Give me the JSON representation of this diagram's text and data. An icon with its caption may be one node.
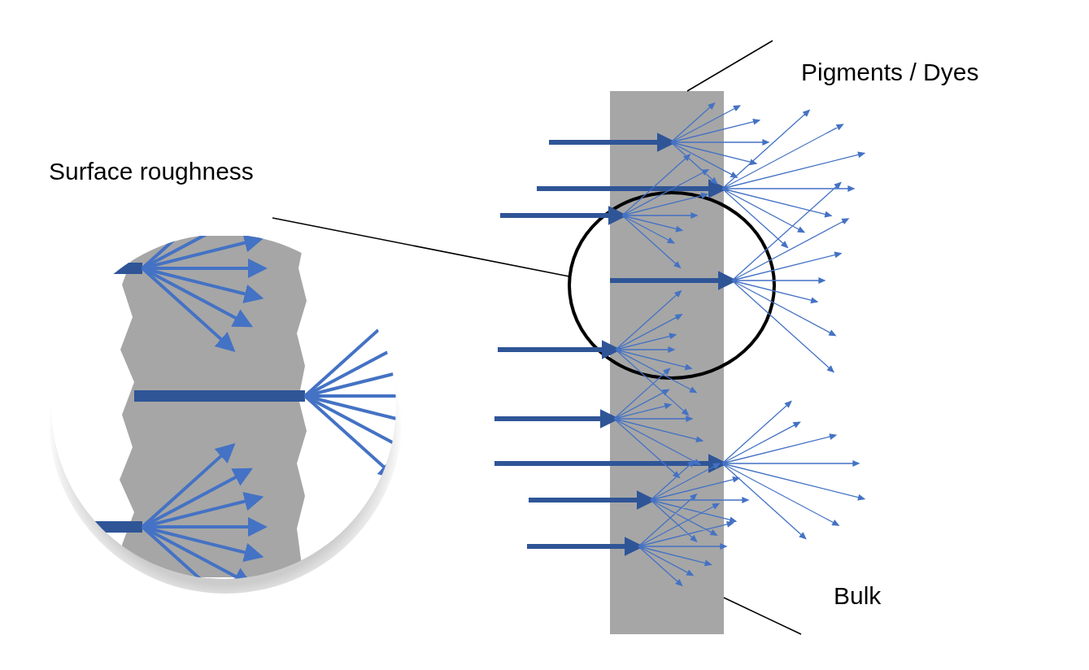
{
  "diagram": {
    "nodes": [
      {
        "text": [
          "Pigments / Dyes"
        ]
      },
      {
        "text": [
          "Surface roughness"
        ]
      },
      {
        "text": [
          "Bulk"
        ]
      },
      {
        "text": [],
        "shape": "box"
      },
      {
        "text": [],
        "shape": "circle"
      }
    ],
    "edges": [
      {
        "from": 0,
        "to": 3,
        "arrow": "none"
      },
      {
        "from": 1,
        "to": 4,
        "arrow": "none"
      },
      {
        "from": 2,
        "to": 3,
        "arrow": "none"
      }
    ]
  }
}
